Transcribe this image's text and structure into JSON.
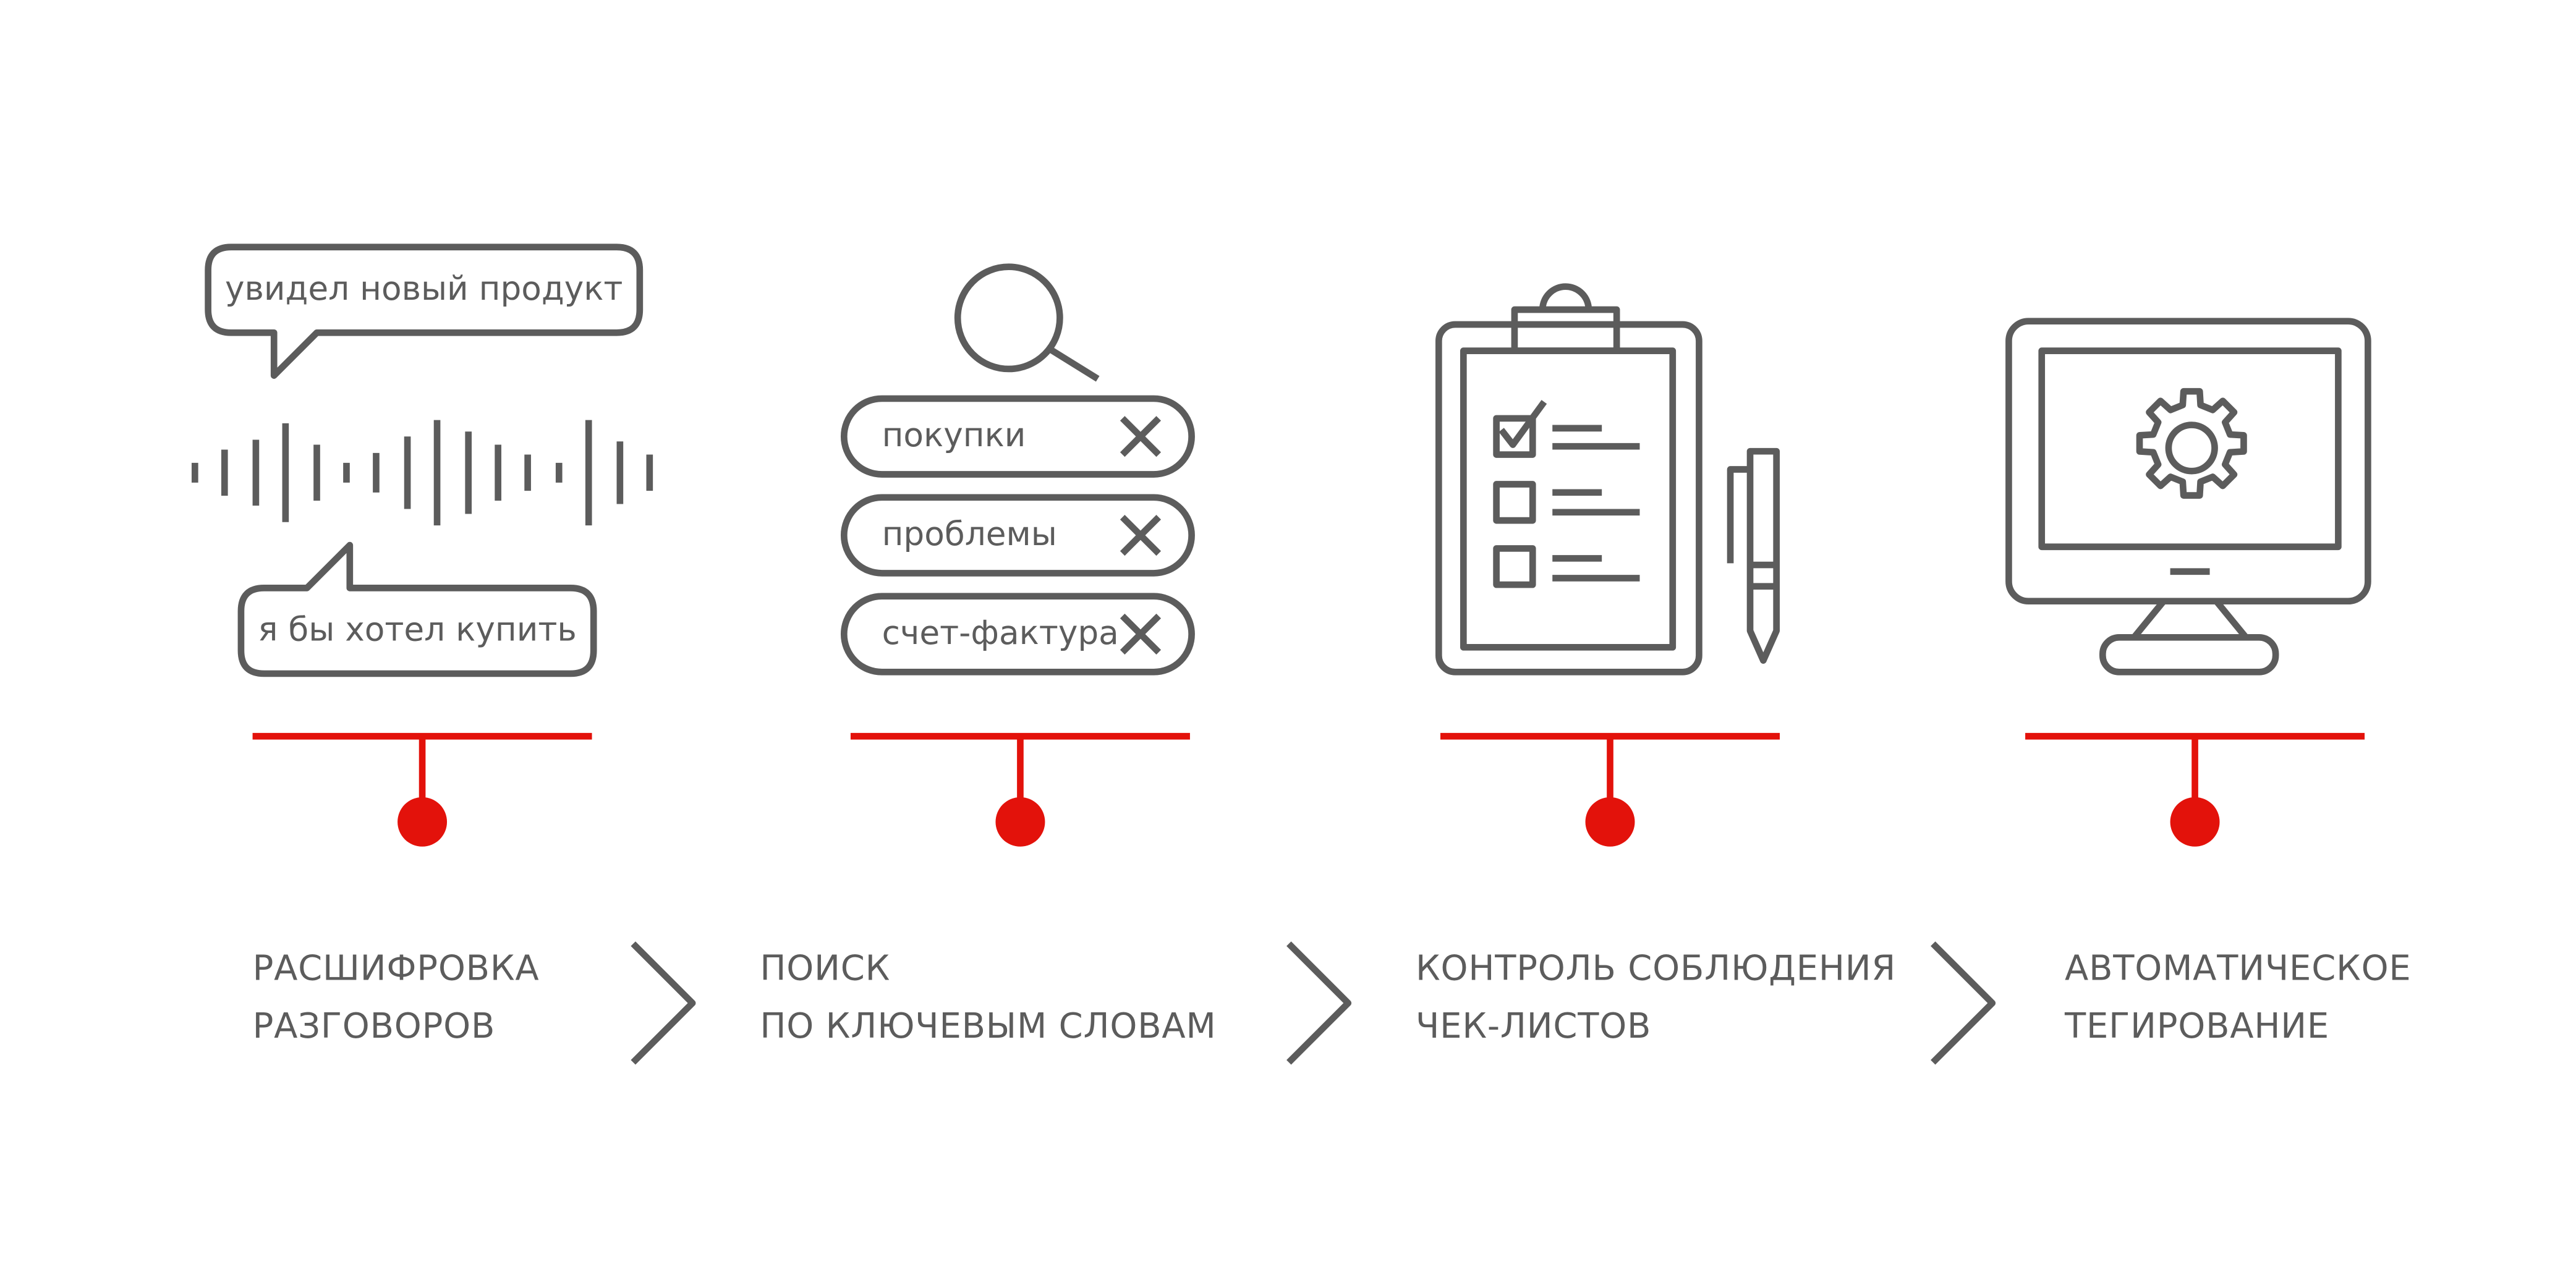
{
  "colors": {
    "ink": "#5c5c5c",
    "accent": "#e3120b",
    "background": "#ffffff"
  },
  "bubbles": {
    "top": "увидел новый продукт",
    "bottom": "я бы хотел купить"
  },
  "search_tags": [
    "покупки",
    "проблемы",
    "счет-фактура"
  ],
  "steps": [
    {
      "line1": "РАСШИФРОВКА",
      "line2": "РАЗГОВОРОВ",
      "icon": "speech-waveform-icon"
    },
    {
      "line1": "ПОИСК",
      "line2": "ПО КЛЮЧЕВЫМ СЛОВАМ",
      "icon": "keyword-search-icon"
    },
    {
      "line1": "КОНТРОЛЬ СОБЛЮДЕНИЯ",
      "line2": "ЧЕК-ЛИСТОВ",
      "icon": "checklist-clipboard-icon"
    },
    {
      "line1": "АВТОМАТИЧЕСКОЕ",
      "line2": "ТЕГИРОВАНИЕ",
      "icon": "monitor-gear-icon"
    }
  ]
}
